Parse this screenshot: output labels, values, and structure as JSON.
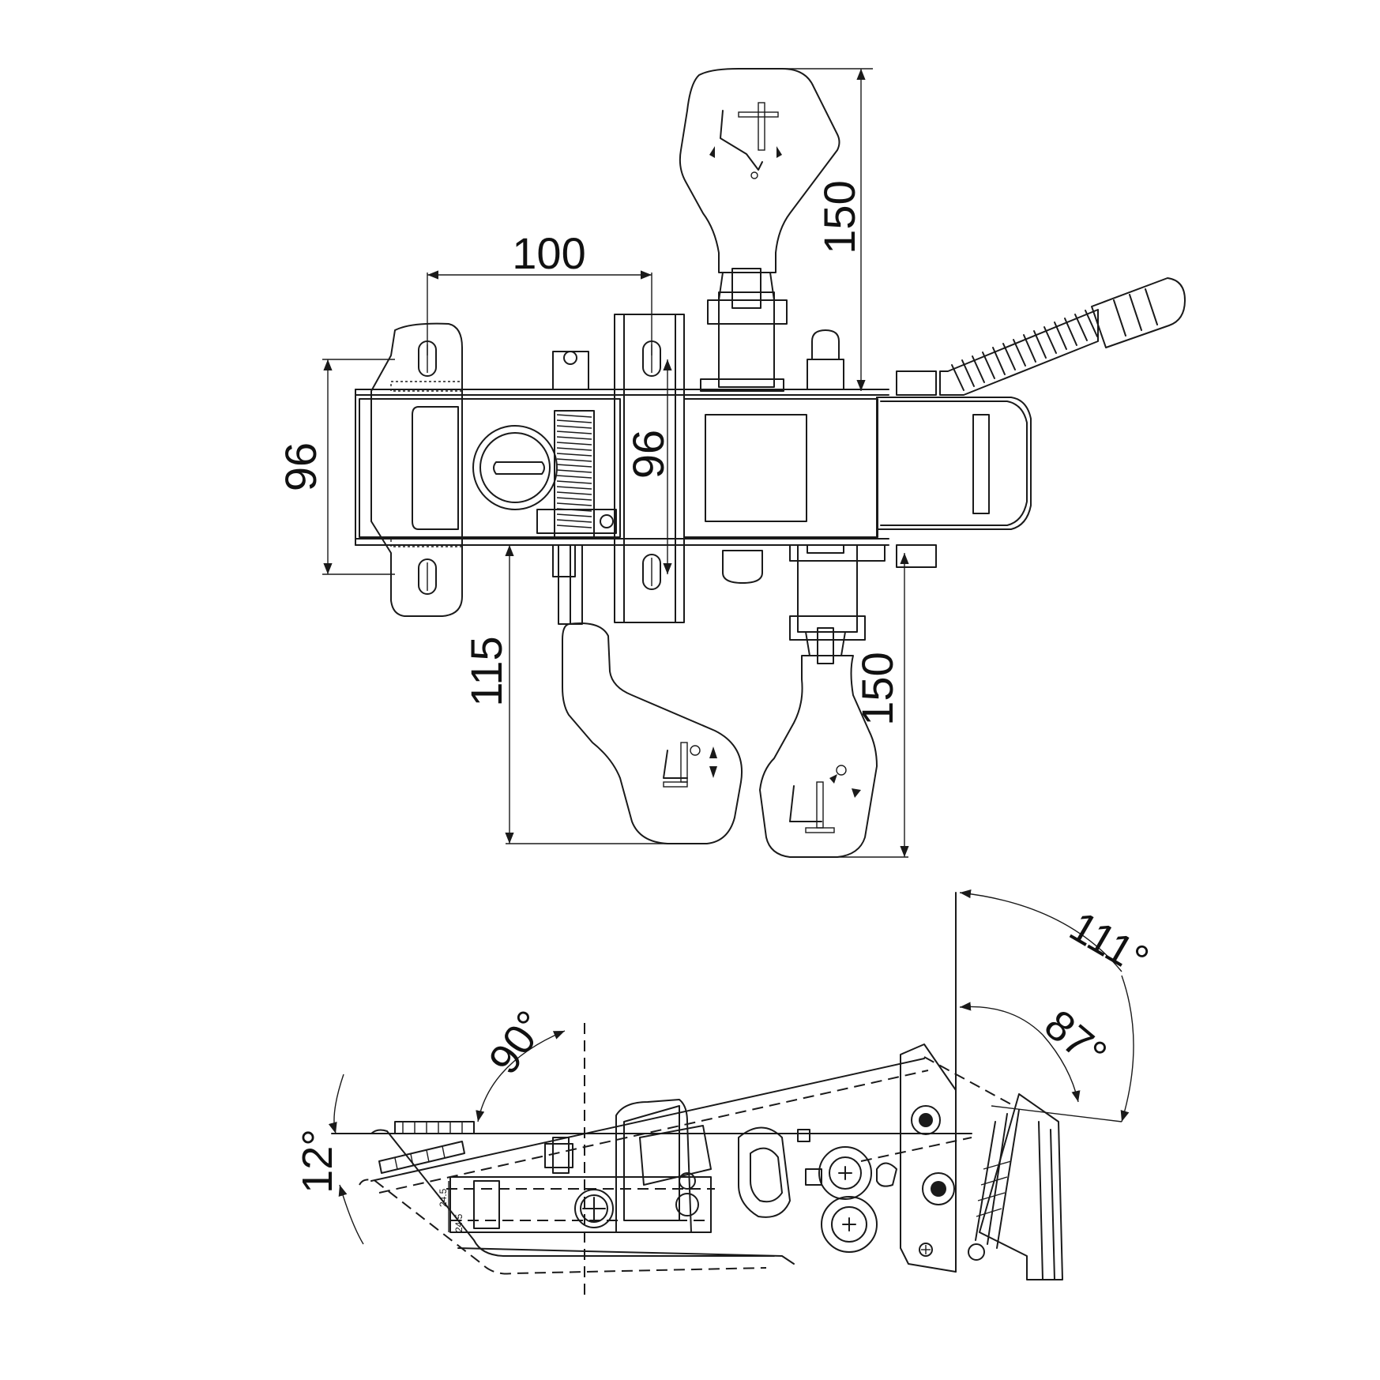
{
  "top_view": {
    "dimensions": {
      "width_top": "100",
      "height_left": "96",
      "height_mid": "96",
      "lever_top_length": "150",
      "lever_left_length": "115",
      "lever_right_length": "150"
    }
  },
  "side_view": {
    "angles": {
      "tilt_front": "90°",
      "tilt_small": "12°",
      "back_tilt": "111°",
      "back_upright": "87°"
    },
    "small_dims": {
      "offset_a": "24.5",
      "offset_b": "24.5"
    }
  },
  "icons": [
    "seat-tilt-icon",
    "seat-height-icon",
    "backrest-angle-icon"
  ]
}
